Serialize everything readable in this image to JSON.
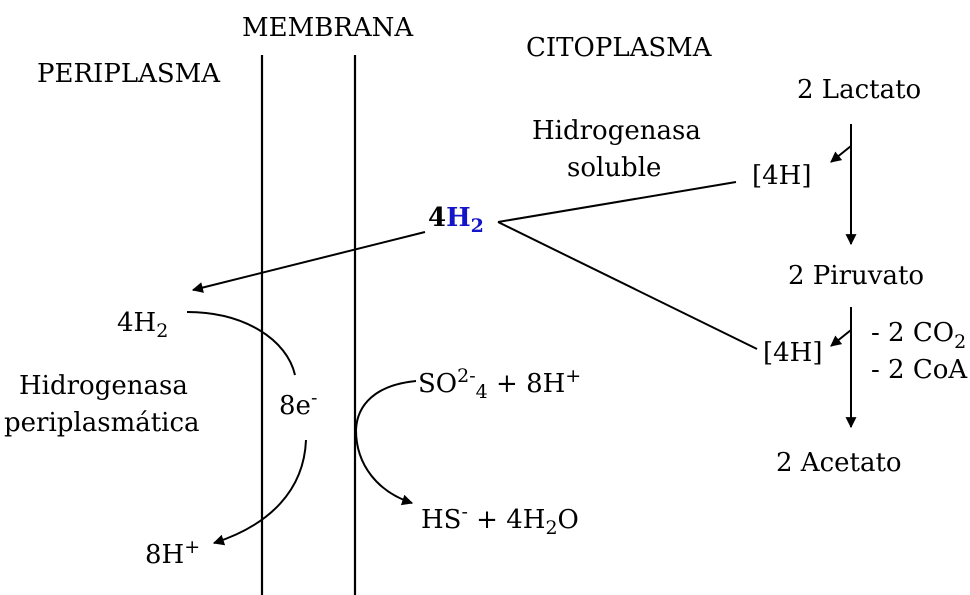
{
  "regions": {
    "membrane": "MEMBRANA",
    "periplasm": "PERIPLASMA",
    "cytoplasm": "CITOPLASMA"
  },
  "pathway": {
    "lactate": "2 Lactato",
    "pyruvate": "2 Piruvato",
    "acetate": "2 Acetato",
    "h4_top": "[4H]",
    "h4_bottom": "[4H]",
    "co2": "- 2 CO",
    "co2_sub": "2",
    "coa": "- 2 CoA"
  },
  "soluble_enzyme": {
    "line1": "Hidrogenasa",
    "line2": "soluble"
  },
  "central_h2": {
    "coef": "4",
    "species": "H",
    "sub": "2",
    "color": "#1414c8"
  },
  "periplasm_side": {
    "h2_coef": "4H",
    "h2_sub": "2",
    "enzyme_line1": "Hidrogenasa",
    "enzyme_line2": "periplasmática",
    "electrons": "8e",
    "electrons_sup": "-",
    "protons": "8H",
    "protons_sup": "+"
  },
  "sulfate_reaction": {
    "so": "SO",
    "so_sup": "2-",
    "so_sub": "4",
    "plus_protons": " + 8H",
    "protons_sup": "+",
    "hs": "HS",
    "hs_sup": "-",
    "plus_water": " + 4H",
    "water_sub": "2",
    "water_o": "O"
  }
}
